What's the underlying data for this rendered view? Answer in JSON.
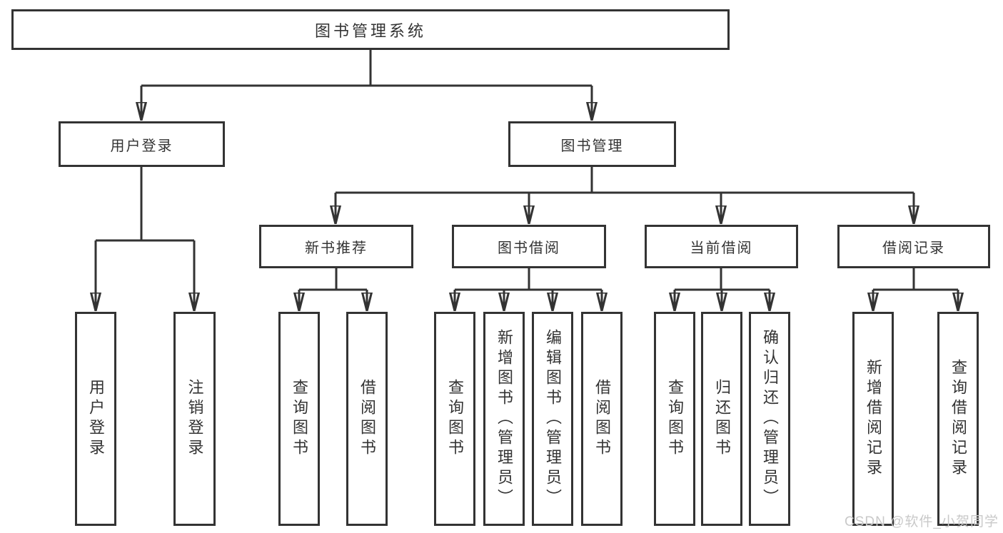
{
  "nodes": {
    "root": {
      "label": "图书管理系统"
    },
    "level2": [
      {
        "id": "user-login",
        "label": "用户登录"
      },
      {
        "id": "book-management",
        "label": "图书管理"
      }
    ],
    "level3": [
      {
        "id": "new-book-recommendation",
        "label": "新书推荐"
      },
      {
        "id": "book-borrowing",
        "label": "图书借阅"
      },
      {
        "id": "current-borrowing",
        "label": "当前借阅"
      },
      {
        "id": "borrowing-records",
        "label": "借阅记录"
      }
    ],
    "leaves": {
      "user_login": [
        {
          "label": "用户登录"
        },
        {
          "label": "注销登录"
        }
      ],
      "new_book": [
        {
          "label": "查询图书"
        },
        {
          "label": "借阅图书"
        }
      ],
      "book_borrow": [
        {
          "label": "查询图书"
        },
        {
          "label": "新增图书（管理员）"
        },
        {
          "label": "编辑图书（管理员）"
        },
        {
          "label": "借阅图书"
        }
      ],
      "current_borrow": [
        {
          "label": "查询图书"
        },
        {
          "label": "归还图书"
        },
        {
          "label": "确认归还（管理员）"
        }
      ],
      "borrow_records": [
        {
          "label": "新增借阅记录"
        },
        {
          "label": "查询借阅记录"
        }
      ]
    }
  },
  "watermark": {
    "text": "CSDN @软件_小贺同学"
  },
  "colors": {
    "line": "#333333",
    "box_border": "#333333",
    "text": "#333333",
    "background": "#ffffff",
    "watermark": "#c9c9c9"
  }
}
